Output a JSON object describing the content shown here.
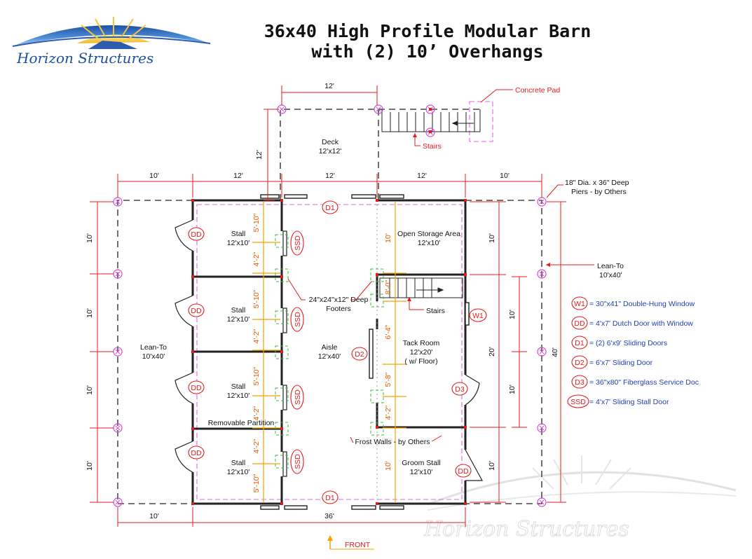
{
  "header": {
    "title_line1": "36x40 High Profile Modular Barn",
    "title_line2": "with (2) 10’ Overhangs",
    "logo_text": "Horizon Structures"
  },
  "colors": {
    "dimension": "#e31b1b",
    "pier": "#d64ad6",
    "footer": "#3bbb3b",
    "legend": "#1f3fae",
    "front_arrow": "#f5a200"
  },
  "dimensions": {
    "top": [
      "10'",
      "12'",
      "12'",
      "12'",
      "10'"
    ],
    "bottom_left": "10'",
    "bottom_main": "36'",
    "deck_width": "12'",
    "deck_depth": "12'",
    "bay_left": [
      "10'",
      "10'",
      "10'",
      "10'"
    ],
    "overall_depth": "40'",
    "right_inner": [
      "10'",
      "20'",
      "10'"
    ],
    "right_outer_upper": "10'",
    "right_outer_mid": "10'",
    "stall_spacing": [
      "5'-10\"",
      "4'-2\"",
      "5'-10\"",
      "4'-2\"",
      "5'-10\"",
      "4'-2\"",
      "4'-2\"",
      "5'-10\""
    ],
    "right_spacing": [
      "10'",
      "8'-0\"",
      "6'-4\"",
      "5'-8\"",
      "4'-2\"",
      "10'"
    ]
  },
  "labels": {
    "deck_name": "Deck",
    "deck_size": "12'x12'",
    "concrete_pad": "Concrete Pad",
    "stairs_top": "Stairs",
    "stairs_inner": "Stairs",
    "piers_line1": "18\" Dia. x 36\" Deep",
    "piers_line2": "Piers - by Others",
    "leanto_right_name": "Lean-To",
    "leanto_right_size": "10'x40'",
    "leanto_left_name": "Lean-To",
    "leanto_left_size": "10'x40'",
    "footers_line1": "24\"x24\"x12\" Deep",
    "footers_line2": "Footers",
    "stall_name": "Stall",
    "stall_size": "12'x10'",
    "storage_name": "Open Storage Area",
    "storage_size": "12'x10'",
    "aisle_name": "Aisle",
    "aisle_size": "12'x40'",
    "tack_name": "Tack Room",
    "tack_size": "12'x20'",
    "tack_note": "( w/ Floor)",
    "removable_partition": "Removable Partition",
    "frost_walls": "Frost Walls - by Others",
    "groom_name": "Groom Stall",
    "groom_size": "12'x10'",
    "front": "FRONT"
  },
  "tags": {
    "dd": "DD",
    "ssd": "SSD",
    "d1": "D1",
    "d2": "D2",
    "d3": "D3",
    "w1": "W1"
  },
  "legend": [
    {
      "tag": "W1",
      "text": "= 30\"x41\" Double-Hung Window"
    },
    {
      "tag": "DD",
      "text": "= 4'x7' Dutch Door with Window"
    },
    {
      "tag": "D1",
      "text": "= (2) 6'x9' Sliding Doors"
    },
    {
      "tag": "D2",
      "text": "= 6'x7' Sliding Door"
    },
    {
      "tag": "D3",
      "text": "= 36\"x80\" Fiberglass Service Doc"
    },
    {
      "tag": "SSD",
      "text": "= 4'x7' Sliding Stall Door"
    }
  ]
}
